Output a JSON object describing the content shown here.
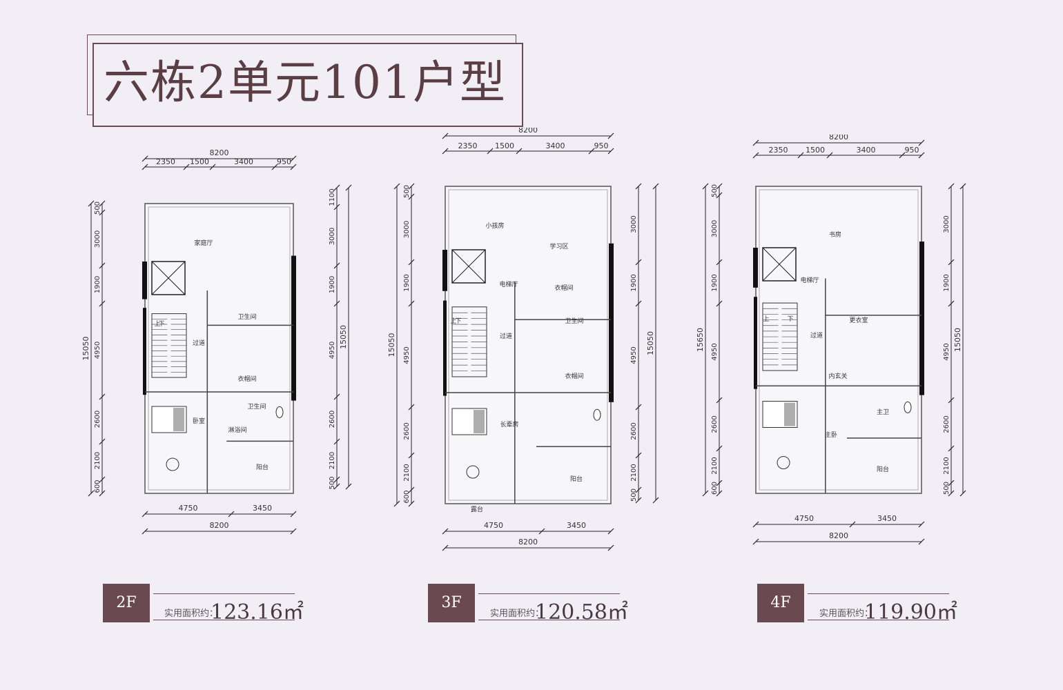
{
  "title": "六栋2单元101户型",
  "floors": [
    {
      "badge": "2F",
      "area_label": "实用面积约：",
      "area_value": "123.16㎡",
      "top_total": "8200",
      "top_segments": [
        "2350",
        "1500",
        "3400",
        "950"
      ],
      "bottom_segments": [
        "4750",
        "3450"
      ],
      "bottom_total": "8200",
      "left_total": "15050",
      "left_segments": [
        "500",
        "3000",
        "1900",
        "4950",
        "2600",
        "2100",
        "600"
      ],
      "right_total": "15050",
      "right_segments": [
        "1100",
        "3000",
        "1900",
        "4950",
        "2600",
        "2100",
        "500"
      ],
      "rooms": [
        "家庭厅",
        "卫生间",
        "过道",
        "衣帽间",
        "卫生间",
        "卧室",
        "阳台",
        "上",
        "下",
        "淋浴间"
      ]
    },
    {
      "badge": "3F",
      "area_label": "实用面积约：",
      "area_value": "120.58㎡",
      "top_total": "8200",
      "top_segments": [
        "2350",
        "1500",
        "3400",
        "950"
      ],
      "bottom_segments": [
        "4750",
        "3450"
      ],
      "bottom_total": "8200",
      "left_total": "15050",
      "left_segments": [
        "500",
        "3000",
        "1900",
        "4950",
        "2600",
        "2100",
        "600"
      ],
      "right_total": "15050",
      "right_segments": [
        "3000",
        "1900",
        "4950",
        "2600",
        "2100",
        "500"
      ],
      "rooms": [
        "小孩房",
        "学习区",
        "电梯厅",
        "衣帽间",
        "卫生间",
        "过道",
        "衣帽间",
        "长辈房",
        "阳台",
        "上",
        "下",
        "露台"
      ]
    },
    {
      "badge": "4F",
      "area_label": "实用面积约：",
      "area_value": "119.90㎡",
      "top_total": "8200",
      "top_segments": [
        "2350",
        "1500",
        "3400",
        "950"
      ],
      "bottom_segments": [
        "4750",
        "3450"
      ],
      "bottom_total": "8200",
      "left_total": "15650",
      "left_segments": [
        "500",
        "3000",
        "1900",
        "4950",
        "2600",
        "2100",
        "600"
      ],
      "right_total": "15050",
      "right_segments": [
        "3000",
        "1900",
        "4950",
        "2600",
        "2100",
        "500"
      ],
      "rooms": [
        "书房",
        "电梯厅",
        "更衣室",
        "过道",
        "内玄关",
        "主卫",
        "主卧",
        "阳台",
        "上",
        "下"
      ]
    }
  ],
  "colors": {
    "accent": "#6a4a50",
    "background": "#f1eff5",
    "wall": "#111111"
  }
}
